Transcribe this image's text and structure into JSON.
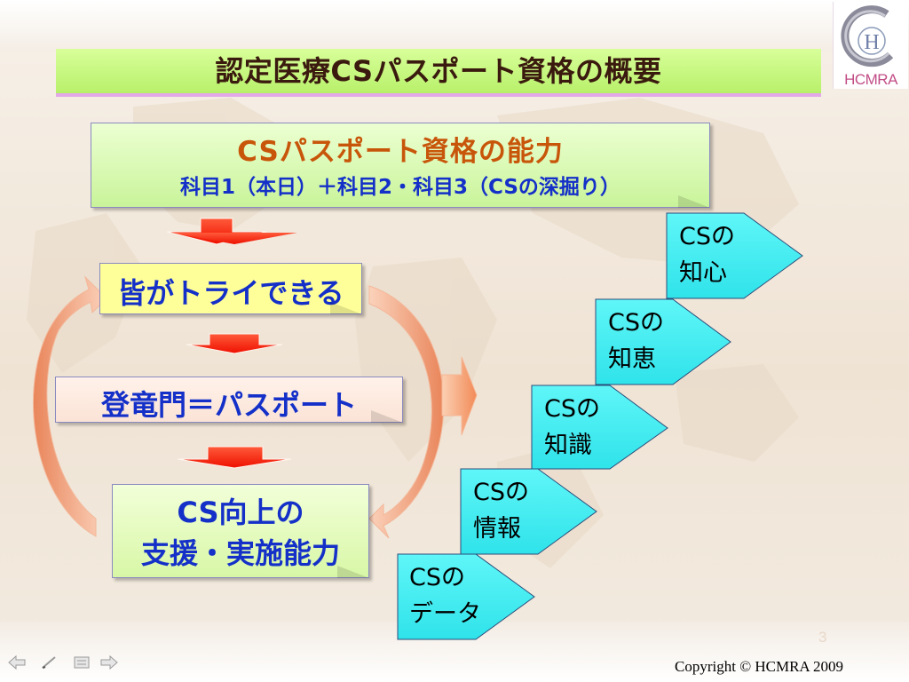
{
  "slide": {
    "title": "認定医療CSパスポート資格の概要",
    "logo_text": "HCMRA",
    "page_number": "3",
    "copyright": "Copyright © HCMRA 2009"
  },
  "capability": {
    "heading": "CSパスポート資格の能力",
    "subjects": "科目1（本日）＋科目2・科目3（CSの深掘り）"
  },
  "flow": {
    "step1": "皆がトライできる",
    "step2": "登竜門＝パスポート",
    "step3_line1": "CS向上の",
    "step3_line2": "支援・実施能力"
  },
  "stairs": [
    {
      "line1": "CSの",
      "line2": "データ"
    },
    {
      "line1": "CSの",
      "line2": "情報"
    },
    {
      "line1": "CSの",
      "line2": "知識"
    },
    {
      "line1": "CSの",
      "line2": "知恵"
    },
    {
      "line1": "CSの",
      "line2": "知心"
    }
  ],
  "colors": {
    "title_bar": "#bdf27a",
    "text_blue": "#1430c8",
    "heading_orange": "#c8560a",
    "stair_cyan": "#43f0f4",
    "arrow_red": "#ff2a0a",
    "cycle_orange": "#f39a6a"
  },
  "nav": {
    "icons": [
      "back-arrow-icon",
      "pen-icon",
      "menu-icon",
      "forward-arrow-icon"
    ]
  }
}
